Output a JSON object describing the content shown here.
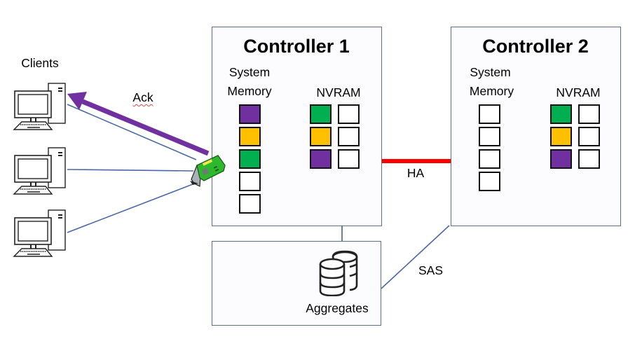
{
  "diagram": {
    "clients": {
      "label": "Clients",
      "count": 3,
      "icon": "desktop-computer-icon"
    },
    "ack_label": "Ack",
    "nic_icon": "network-card-icon",
    "controller1": {
      "title": "Controller 1",
      "system_memory_label": [
        "System",
        "Memory"
      ],
      "nvram_label": "NVRAM",
      "system_memory_blocks": [
        "purple",
        "yellow",
        "green",
        "empty",
        "empty"
      ],
      "nvram_blocks": [
        [
          "green",
          "empty"
        ],
        [
          "yellow",
          "empty"
        ],
        [
          "purple",
          "empty"
        ]
      ]
    },
    "controller2": {
      "title": "Controller 2",
      "system_memory_label": [
        "System",
        "Memory"
      ],
      "nvram_label": "NVRAM",
      "system_memory_blocks": [
        "empty",
        "empty",
        "empty",
        "empty"
      ],
      "nvram_blocks": [
        [
          "green",
          "empty"
        ],
        [
          "yellow",
          "empty"
        ],
        [
          "purple",
          "empty"
        ]
      ]
    },
    "ha_label": "HA",
    "sas_label": "SAS",
    "aggregates": {
      "label": "Aggregates",
      "icon": "database-icon"
    },
    "colors": {
      "purple": "#7030a0",
      "yellow": "#ffc000",
      "green": "#00b050",
      "ha_link": "#ff0000",
      "ack_arrow": "#7030a0",
      "connector": "#4a67a8",
      "box_border": "#5b7088"
    }
  }
}
